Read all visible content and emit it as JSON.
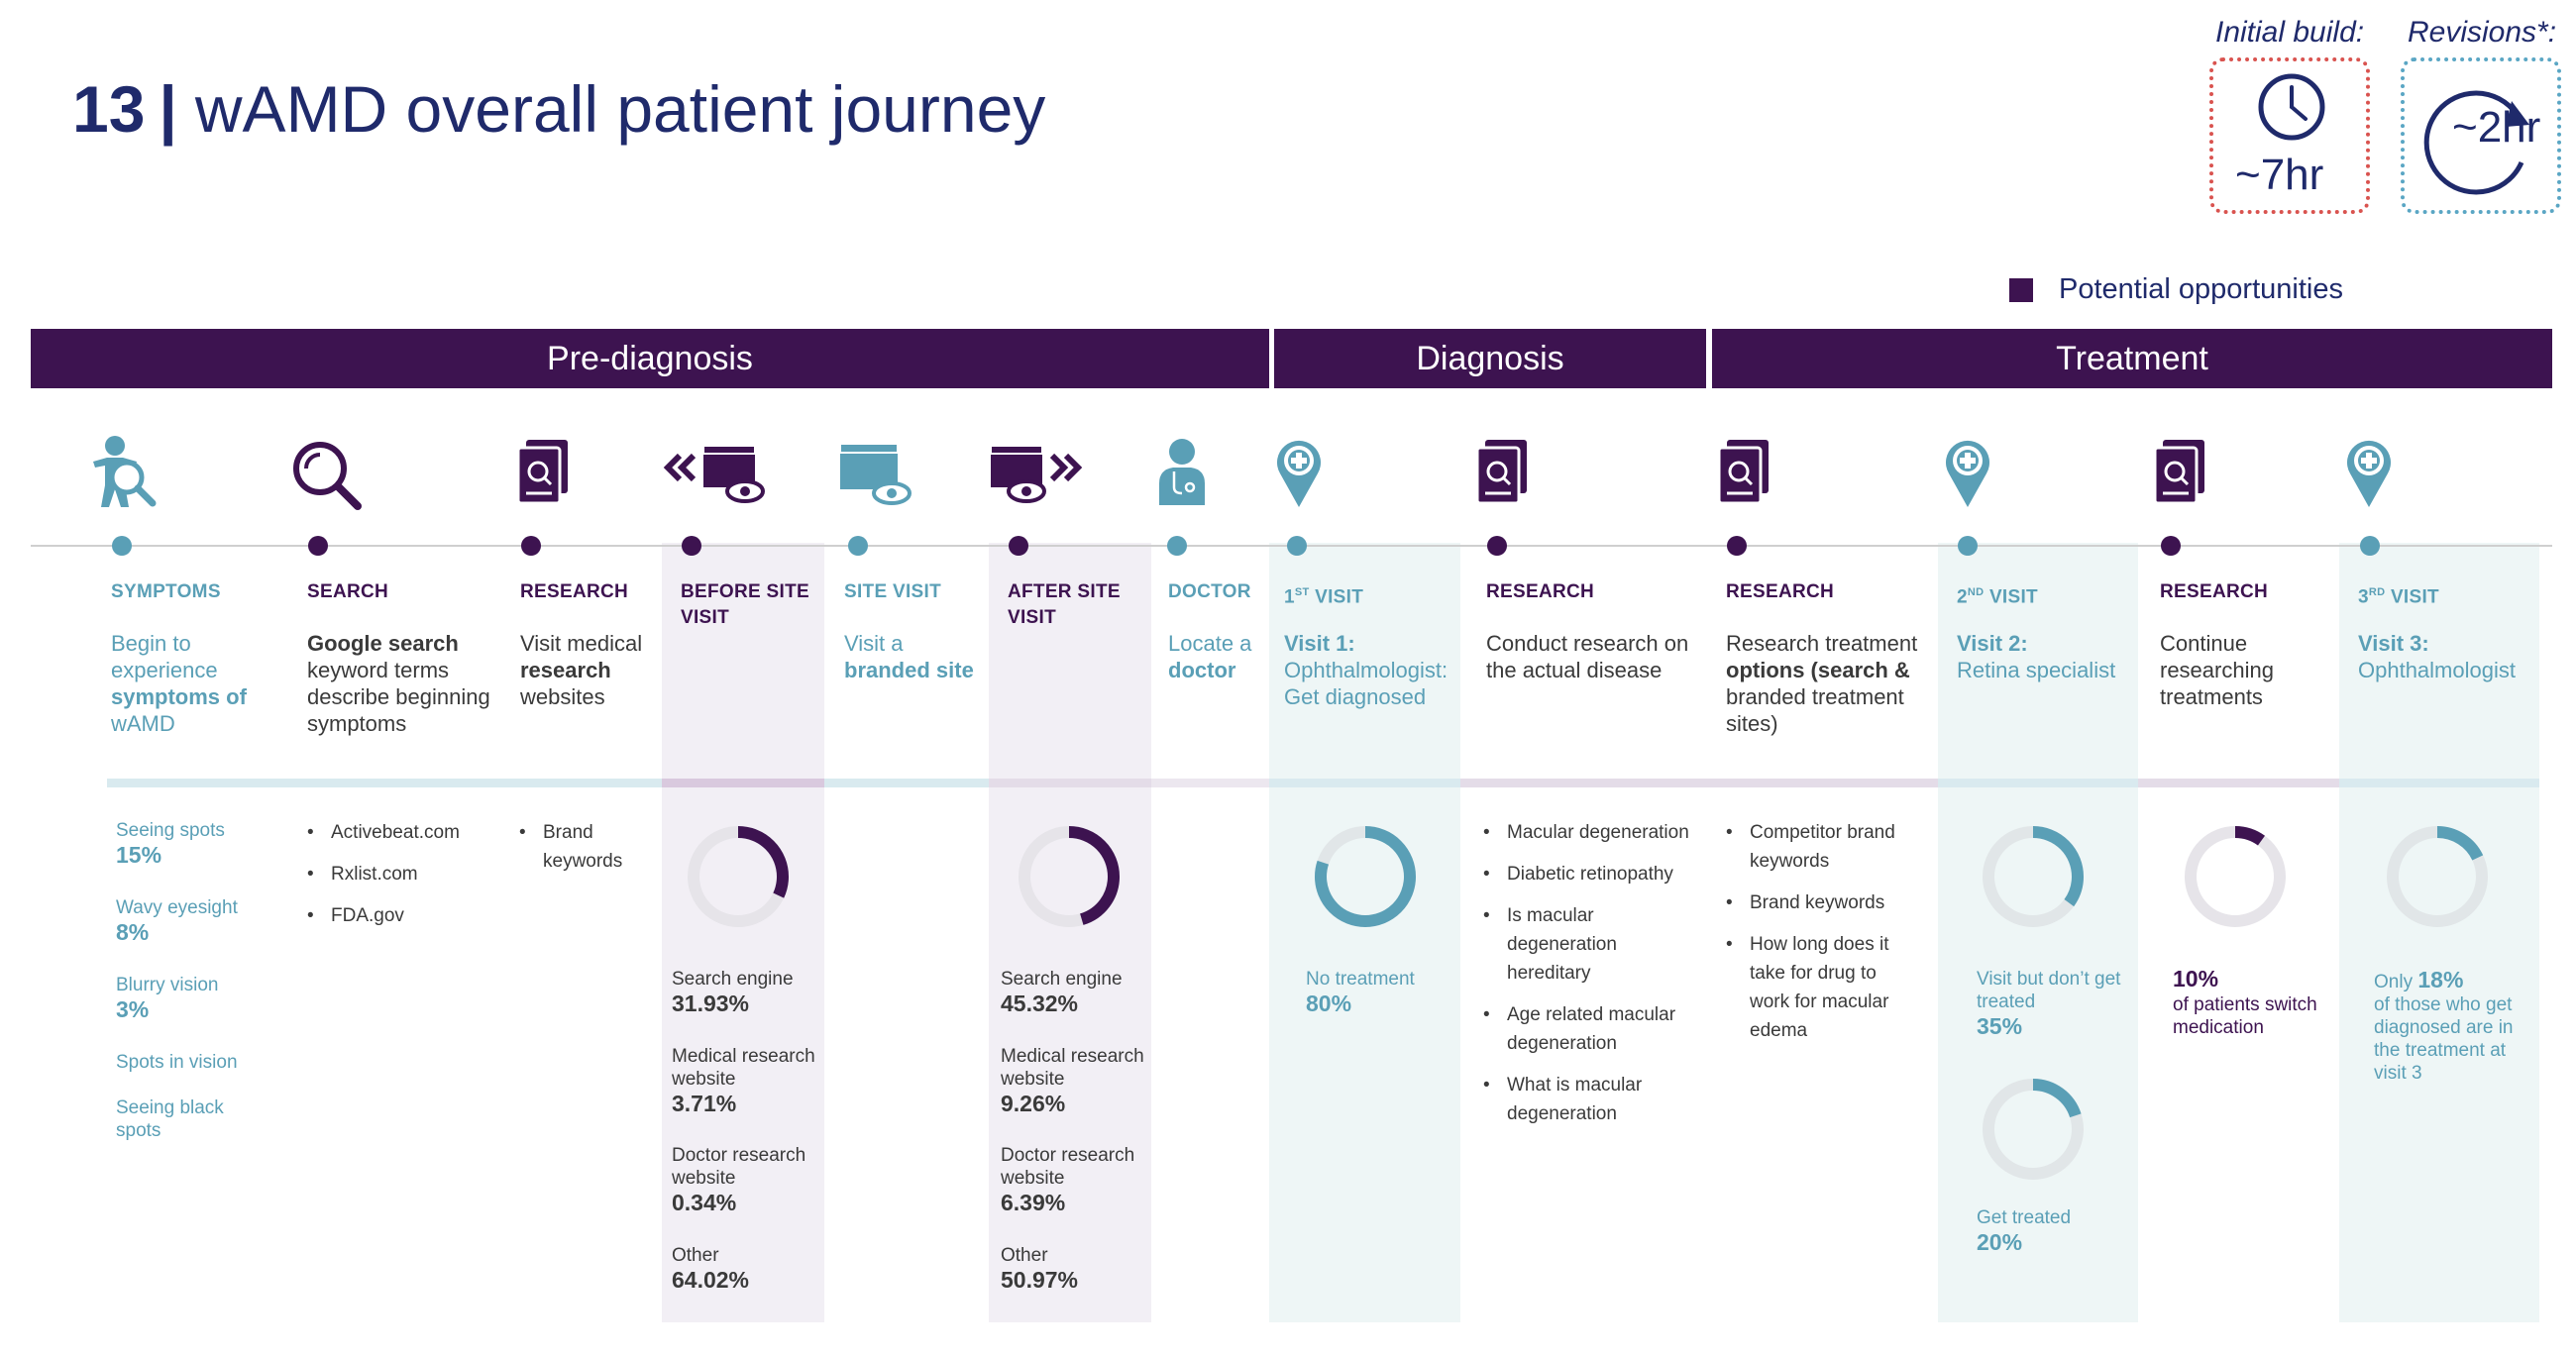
{
  "title": {
    "number": "13",
    "separator": "|",
    "text": "wAMD overall patient journey"
  },
  "badges": {
    "initial": {
      "label": "Initial build:",
      "value": "~7hr",
      "icon": "clock-icon",
      "border_color": "#d9534f"
    },
    "revisions": {
      "label": "Revisions*:",
      "value": "~2hr",
      "icon": "refresh-arrow-icon",
      "border_color": "#5aa6c4"
    }
  },
  "legend": {
    "label": "Potential opportunities",
    "color": "#3d1350"
  },
  "phases": [
    {
      "label": "Pre-diagnosis"
    },
    {
      "label": "Diagnosis"
    },
    {
      "label": "Treatment"
    }
  ],
  "colors": {
    "purple": "#3d1350",
    "teal": "#5a9fb6",
    "light_purple": "#f2eff5",
    "light_teal": "#eef6f6"
  },
  "steps": [
    {
      "id": "symptoms",
      "icon": "person-magnifier-icon",
      "header": "SYMPTOMS",
      "desc": [
        "Begin to",
        "experience",
        "symptoms of",
        "wAMD"
      ],
      "stats": [
        {
          "label": "Seeing spots",
          "value": "15%"
        },
        {
          "label": "Wavy eyesight",
          "value": "8%"
        },
        {
          "label": "Blurry vision",
          "value": "3%"
        },
        {
          "label": "Spots in vision",
          "value": ""
        },
        {
          "label": "Seeing black spots",
          "value": ""
        }
      ]
    },
    {
      "id": "search",
      "icon": "magnifier-icon",
      "header": "SEARCH",
      "desc": [
        "Google search",
        "keyword terms",
        "describe beginning",
        "symptoms"
      ],
      "bullets": [
        "Activebeat.com",
        "Rxlist.com",
        "FDA.gov"
      ]
    },
    {
      "id": "research1",
      "icon": "document-search-icon",
      "header": "RESEARCH",
      "desc": [
        "Visit medical",
        "research",
        "websites"
      ],
      "bullets": [
        "Brand keywords"
      ]
    },
    {
      "id": "before_site",
      "icon": "browser-back-eye-icon",
      "header": "BEFORE SITE VISIT",
      "donut_value": 0.3193,
      "stats": [
        {
          "label": "Search engine",
          "value": "31.93%"
        },
        {
          "label": "Medical research website",
          "value": "3.71%"
        },
        {
          "label": "Doctor research website",
          "value": "0.34%"
        },
        {
          "label": "Other",
          "value": "64.02%"
        }
      ]
    },
    {
      "id": "site_visit",
      "icon": "browser-eye-icon",
      "header": "SITE VISIT",
      "desc": [
        "Visit a",
        "branded site"
      ]
    },
    {
      "id": "after_site",
      "icon": "browser-forward-eye-icon",
      "header": "AFTER SITE VISIT",
      "donut_value": 0.4532,
      "stats": [
        {
          "label": "Search engine",
          "value": "45.32%"
        },
        {
          "label": "Medical research website",
          "value": "9.26%"
        },
        {
          "label": "Doctor research website",
          "value": "6.39%"
        },
        {
          "label": "Other",
          "value": "50.97%"
        }
      ]
    },
    {
      "id": "doctor",
      "icon": "doctor-icon",
      "header": "DOCTOR",
      "desc": [
        "Locate a",
        "doctor"
      ]
    },
    {
      "id": "visit1",
      "icon": "map-pin-plus-icon",
      "header_prefix": "1",
      "header_sup": "ST",
      "header_suffix": " VISIT",
      "desc": [
        "Visit 1:",
        "Ophthalmologist:",
        "Get diagnosed"
      ],
      "donut_value": 0.8,
      "stats": [
        {
          "label": "No treatment",
          "value": "80%"
        }
      ]
    },
    {
      "id": "research2",
      "icon": "document-search-icon",
      "header": "RESEARCH",
      "desc": [
        "Conduct research on",
        "the actual disease"
      ],
      "bullets": [
        "Macular degeneration",
        "Diabetic retinopathy",
        "Is macular degeneration hereditary",
        "Age related macular degeneration",
        "What is macular degeneration"
      ]
    },
    {
      "id": "research3",
      "icon": "document-search-icon",
      "header": "RESEARCH",
      "desc": [
        "Research treatment",
        "options (search &",
        "branded treatment",
        "sites)"
      ],
      "bullets": [
        "Competitor brand keywords",
        "Brand keywords",
        "How long does it take for drug to work for macular edema"
      ]
    },
    {
      "id": "visit2",
      "icon": "map-pin-plus-icon",
      "header_prefix": "2",
      "header_sup": "ND",
      "header_suffix": " VISIT",
      "desc": [
        "Visit 2:",
        "Retina specialist"
      ],
      "donut_values": [
        0.35,
        0.2
      ],
      "stats": [
        {
          "label": "Visit but don’t get treated",
          "value": "35%"
        },
        {
          "label": "Get treated",
          "value": "20%"
        }
      ]
    },
    {
      "id": "research4",
      "icon": "document-search-icon",
      "header": "RESEARCH",
      "desc": [
        "Continue",
        "researching",
        "treatments"
      ],
      "donut_value": 0.1,
      "stats": [
        {
          "label": "of patients switch medication",
          "value": "10%"
        }
      ]
    },
    {
      "id": "visit3",
      "icon": "map-pin-plus-icon",
      "header_prefix": "3",
      "header_sup": "RD",
      "header_suffix": " VISIT",
      "desc": [
        "Visit 3:",
        "Ophthalmologist"
      ],
      "donut_value": 0.18,
      "stats": [
        {
          "label": "of those who get diagnosed are in the treatment at visit 3",
          "prefix": "Only",
          "value": "18%"
        }
      ]
    }
  ]
}
